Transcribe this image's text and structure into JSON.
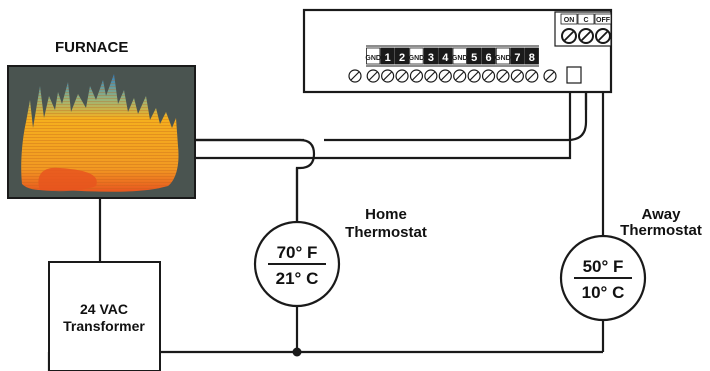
{
  "furnace": {
    "label": "FURNACE"
  },
  "transformer": {
    "line1": "24 VAC",
    "line2": "Transformer"
  },
  "controller": {
    "terminals": [
      "GND",
      "1",
      "2",
      "GND",
      "3",
      "4",
      "GND",
      "5",
      "6",
      "GND",
      "7",
      "8"
    ],
    "switch_labels": [
      "ON",
      "C",
      "OFF"
    ]
  },
  "home_thermostat": {
    "label_line1": "Home",
    "label_line2": "Thermostat",
    "temp_f": "70° F",
    "temp_c": "21° C"
  },
  "away_thermostat": {
    "label_line1": "Away",
    "label_line2": "Thermostat",
    "temp_f": "50° F",
    "temp_c": "10° C"
  },
  "colors": {
    "furnace_bg": "#4a5450",
    "flame_outer": "#f5b01e",
    "flame_core": "#e8551f",
    "flame_tip": "#2f7fc0",
    "wire": "#1a1a1a"
  }
}
